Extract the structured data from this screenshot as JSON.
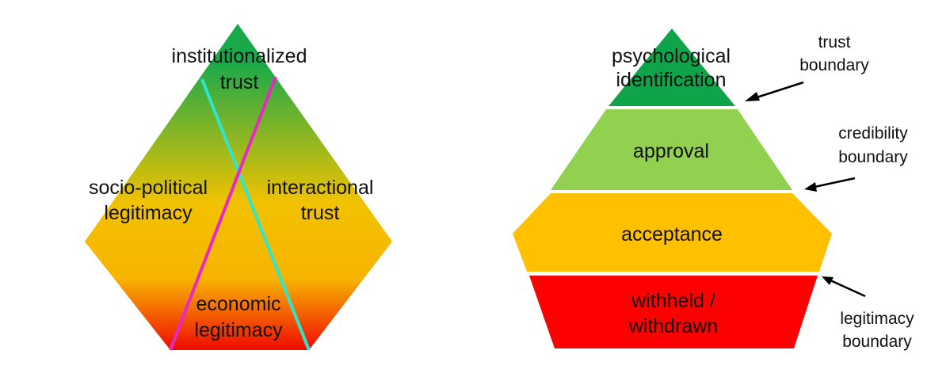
{
  "left_diagram": {
    "labels": {
      "top_line1": "institutionalized",
      "top_line2": "trust",
      "left_line1": "socio-political",
      "left_line2": "legitimacy",
      "right_line1": "interactional",
      "right_line2": "trust",
      "bottom_line1": "economic",
      "bottom_line2": "legitimacy"
    },
    "colors": {
      "gradient_top": "#1aa94a",
      "gradient_mid": "#f2c200",
      "gradient_bottom": "#f00a00",
      "line_magenta": "#e628c8",
      "line_cyan": "#2ee6cf"
    }
  },
  "right_diagram": {
    "levels": [
      {
        "line1": "psychological",
        "line2": "identification",
        "color": "#0fa34a"
      },
      {
        "line1": "approval",
        "line2": "",
        "color": "#92d050"
      },
      {
        "line1": "acceptance",
        "line2": "",
        "color": "#ffc000"
      },
      {
        "line1": "withheld /",
        "line2": "withdrawn",
        "color": "#ff0000"
      }
    ],
    "boundaries": [
      {
        "line1": "trust",
        "line2": "boundary"
      },
      {
        "line1": "credibility",
        "line2": "boundary"
      },
      {
        "line1": "legitimacy",
        "line2": "boundary"
      }
    ]
  }
}
